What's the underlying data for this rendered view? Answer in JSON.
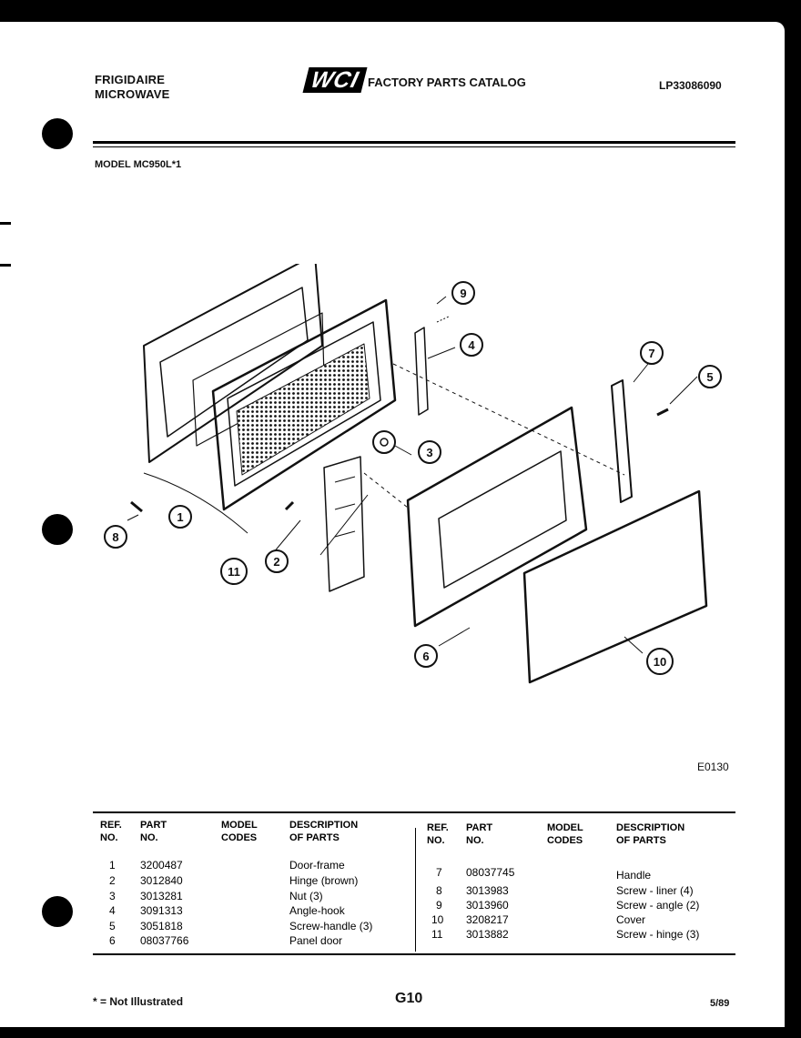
{
  "header": {
    "brand_line1": "FRIGIDAIRE",
    "brand_line2": "MICROWAVE",
    "logo_text": "WCI",
    "catalog_title": "FACTORY PARTS CATALOG",
    "catalog_number": "LP33086090",
    "model_label": "MODEL MC950L*1"
  },
  "diagram": {
    "code": "E0130",
    "callouts": [
      "1",
      "2",
      "3",
      "4",
      "5",
      "6",
      "7",
      "8",
      "9",
      "10",
      "11"
    ]
  },
  "table": {
    "headers": {
      "ref": "REF.\nNO.",
      "part": "PART\nNO.",
      "model_codes": "MODEL\nCODES",
      "description": "DESCRIPTION\nOF PARTS"
    },
    "left_rows": [
      {
        "ref": "1",
        "part": "3200487",
        "model": "",
        "desc": "Door-frame"
      },
      {
        "ref": "2",
        "part": "3012840",
        "model": "",
        "desc": "Hinge (brown)"
      },
      {
        "ref": "3",
        "part": "3013281",
        "model": "",
        "desc": "Nut (3)"
      },
      {
        "ref": "4",
        "part": "3091313",
        "model": "",
        "desc": "Angle-hook"
      },
      {
        "ref": "5",
        "part": "3051818",
        "model": "",
        "desc": "Screw-handle (3)"
      },
      {
        "ref": "6",
        "part": "08037766",
        "model": "",
        "desc": "Panel door"
      }
    ],
    "right_rows": [
      {
        "ref": "7",
        "part": "08037745",
        "model": "",
        "desc": "Handle"
      },
      {
        "ref": "8",
        "part": "3013983",
        "model": "",
        "desc": "Screw - liner (4)"
      },
      {
        "ref": "9",
        "part": "3013960",
        "model": "",
        "desc": "Screw - angle (2)"
      },
      {
        "ref": "10",
        "part": "3208217",
        "model": "",
        "desc": "Cover"
      },
      {
        "ref": "11",
        "part": "3013882",
        "model": "",
        "desc": "Screw - hinge (3)"
      }
    ]
  },
  "footer": {
    "note": "* = Not Illustrated",
    "page": "G10",
    "date": "5/89"
  }
}
